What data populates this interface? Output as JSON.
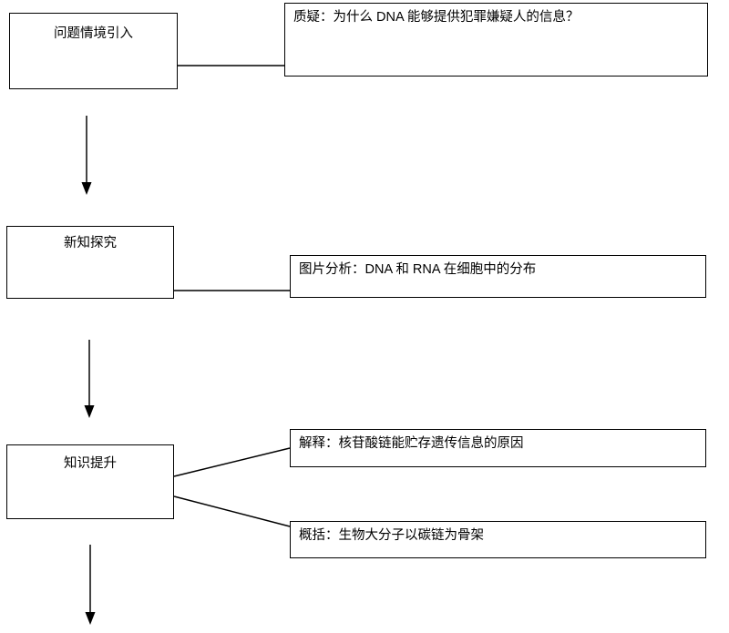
{
  "diagram": {
    "title": "teaching-flow-diagram",
    "stages": [
      {
        "label": "问题情境引入"
      },
      {
        "label": "新知探究"
      },
      {
        "label": "知识提升"
      }
    ],
    "details": [
      {
        "label": "质疑：为什么 DNA 能够提供犯罪嫌疑人的信息？"
      },
      {
        "label": "图片分析：DNA 和 RNA 在细胞中的分布"
      },
      {
        "label": "解释：核苷酸链能贮存遗传信息的原因"
      },
      {
        "label": "概括：生物大分子以碳链为骨架"
      }
    ],
    "colors": {
      "box_border": "#000000",
      "box_fill": "#ffffff",
      "text": "#000000",
      "connector_line": "#000000",
      "arrow": "#303030"
    }
  }
}
